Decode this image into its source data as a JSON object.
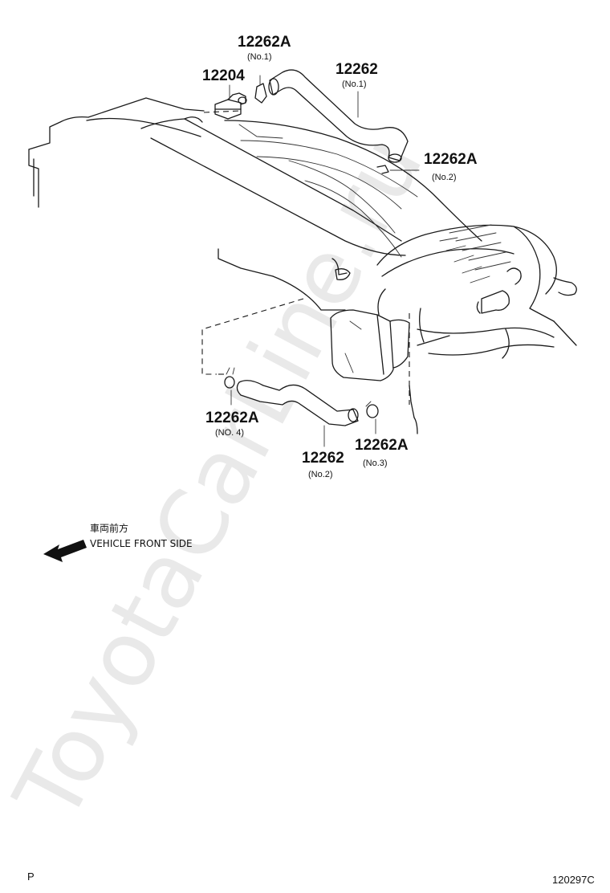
{
  "watermark": "ToyotaCarLine.ru",
  "callouts": {
    "c1": {
      "number": "12262A",
      "sub": "(No.1)"
    },
    "c2": {
      "number": "12204"
    },
    "c3": {
      "number": "12262",
      "sub": "(No.1)"
    },
    "c4": {
      "number": "12262A",
      "sub": "(No.2)"
    },
    "c5": {
      "number": "12262A",
      "sub": "(NO. 4)"
    },
    "c6": {
      "number": "12262",
      "sub": "(No.2)"
    },
    "c7": {
      "number": "12262A",
      "sub": "(No.3)"
    }
  },
  "direction": {
    "label_jp": "車両前方",
    "label_en": "VEHICLE FRONT SIDE",
    "arrow_icon": "arrow-left-icon"
  },
  "corner": {
    "left": "P",
    "right": "120297C"
  },
  "colors": {
    "line": "#1a1a1a",
    "watermark": "#e9e9e9"
  }
}
